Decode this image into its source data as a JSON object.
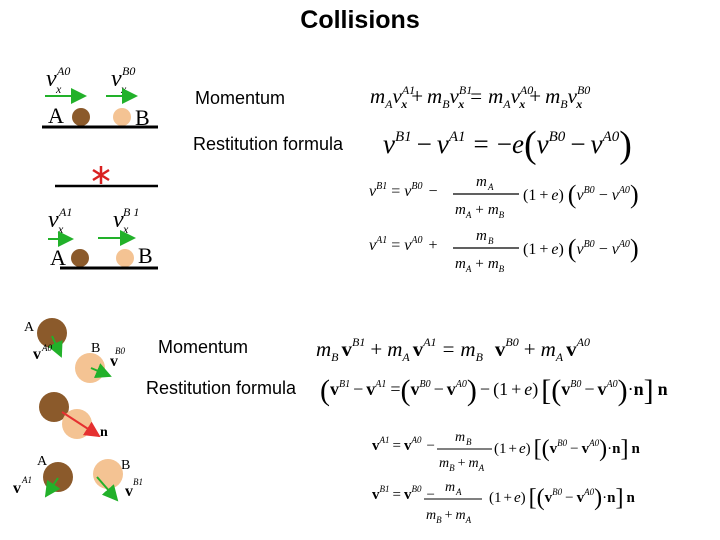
{
  "title": "Collisions",
  "labels": {
    "momentum": "Momentum",
    "restitution": "Restitution formula"
  },
  "ball_labels": {
    "a": "A",
    "b": "B"
  },
  "velocity_labels": {
    "v": "v",
    "x": "x",
    "a0": "A0",
    "b0": "B0",
    "a1": "A1",
    "b1": "B 1"
  },
  "vector_labels": {
    "v": "v",
    "n": "n",
    "a0": "A0",
    "b0": "B0",
    "a1": "A1",
    "b1": "B1"
  },
  "symbols": {
    "m": "m",
    "e": "e",
    "one": "1",
    "plus": "+",
    "minus": "−",
    "eq": "=",
    "A": "A",
    "B": "B",
    "x": "x",
    "A0": "A0",
    "A1": "A1",
    "B0": "B0",
    "B1": "B1",
    "lp": "(",
    "rp": ")",
    "lb": "[",
    "rb": "]",
    "dot": "·"
  },
  "colors": {
    "ball_a": "#8B5A2B",
    "ball_b": "#F4C393",
    "arrow": "#22B12A",
    "normal": "#E53030",
    "star": "#D92020"
  },
  "icons": {
    "collision": "asterisk-icon"
  }
}
